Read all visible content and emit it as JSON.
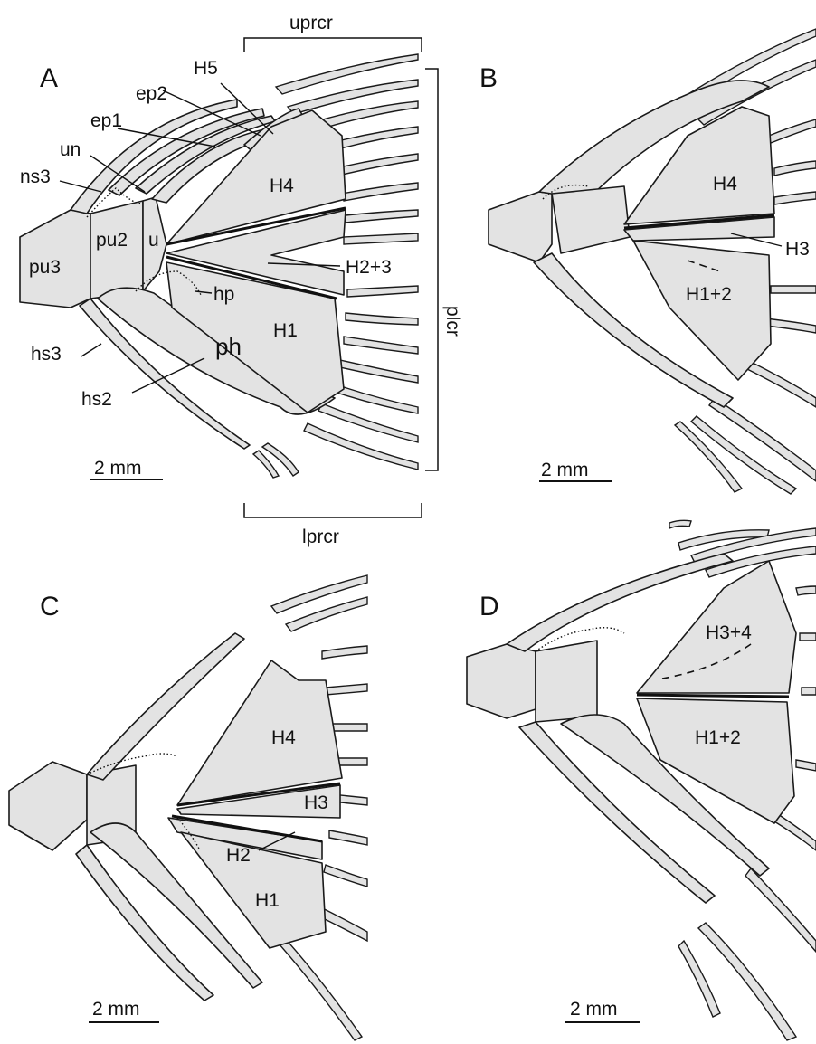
{
  "panels": {
    "A": {
      "letter": "A",
      "scale": "2 mm",
      "labels": {
        "uprcr": "uprcr",
        "lprcr": "lprcr",
        "plcr": "plcr",
        "H5": "H5",
        "ep2": "ep2",
        "ep1": "ep1",
        "un": "un",
        "ns3": "ns3",
        "H4": "H4",
        "pu2": "pu2",
        "u": "u",
        "pu3": "pu3",
        "H2_3": "H2+3",
        "hp": "hp",
        "H1": "H1",
        "ph": "ph",
        "hs3": "hs3",
        "hs2": "hs2"
      }
    },
    "B": {
      "letter": "B",
      "scale": "2 mm",
      "labels": {
        "H4": "H4",
        "H3": "H3",
        "H1_2": "H1+2"
      }
    },
    "C": {
      "letter": "C",
      "scale": "2 mm",
      "labels": {
        "H4": "H4",
        "H3": "H3",
        "H2": "H2",
        "H1": "H1"
      }
    },
    "D": {
      "letter": "D",
      "scale": "2 mm",
      "labels": {
        "H3_4": "H3+4",
        "H1_2": "H1+2"
      }
    }
  },
  "colors": {
    "bone_fill": "#e3e3e3",
    "outline": "#1a1a1a",
    "background": "#ffffff"
  }
}
